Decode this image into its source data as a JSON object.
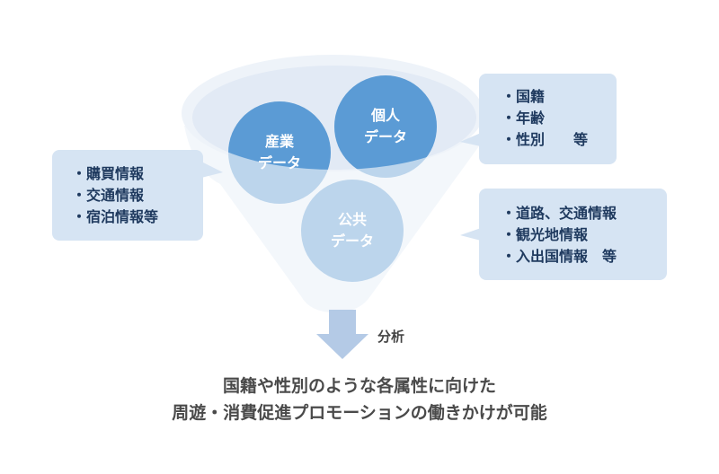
{
  "colors": {
    "funnel_outer": "#eef3f9",
    "funnel_inner": "#e2eaf5",
    "circle_dark": "#5b9bd5",
    "circle_light": "#bcd5ec",
    "bubble": "#d6e4f3",
    "arrow": "#b4cae6",
    "text_dark": "#1f3a5f"
  },
  "circles": {
    "industry": {
      "line1": "産業",
      "line2": "データ"
    },
    "personal": {
      "line1": "個人",
      "line2": "データ"
    },
    "public": {
      "line1": "公共",
      "line2": "データ"
    }
  },
  "bubbles": {
    "left": [
      "・購買情報",
      "・交通情報",
      "・宿泊情報等"
    ],
    "right_top": [
      "・国籍",
      "・年齢",
      "・性別　　等"
    ],
    "right_bottom": [
      "・道路、交通情報",
      "・観光地情報",
      "・入出国情報　等"
    ]
  },
  "arrow_label": "分析",
  "result": {
    "line1": "国籍や性別のような各属性に向けた",
    "line2": "周遊・消費促進プロモーションの働きかけが可能"
  }
}
